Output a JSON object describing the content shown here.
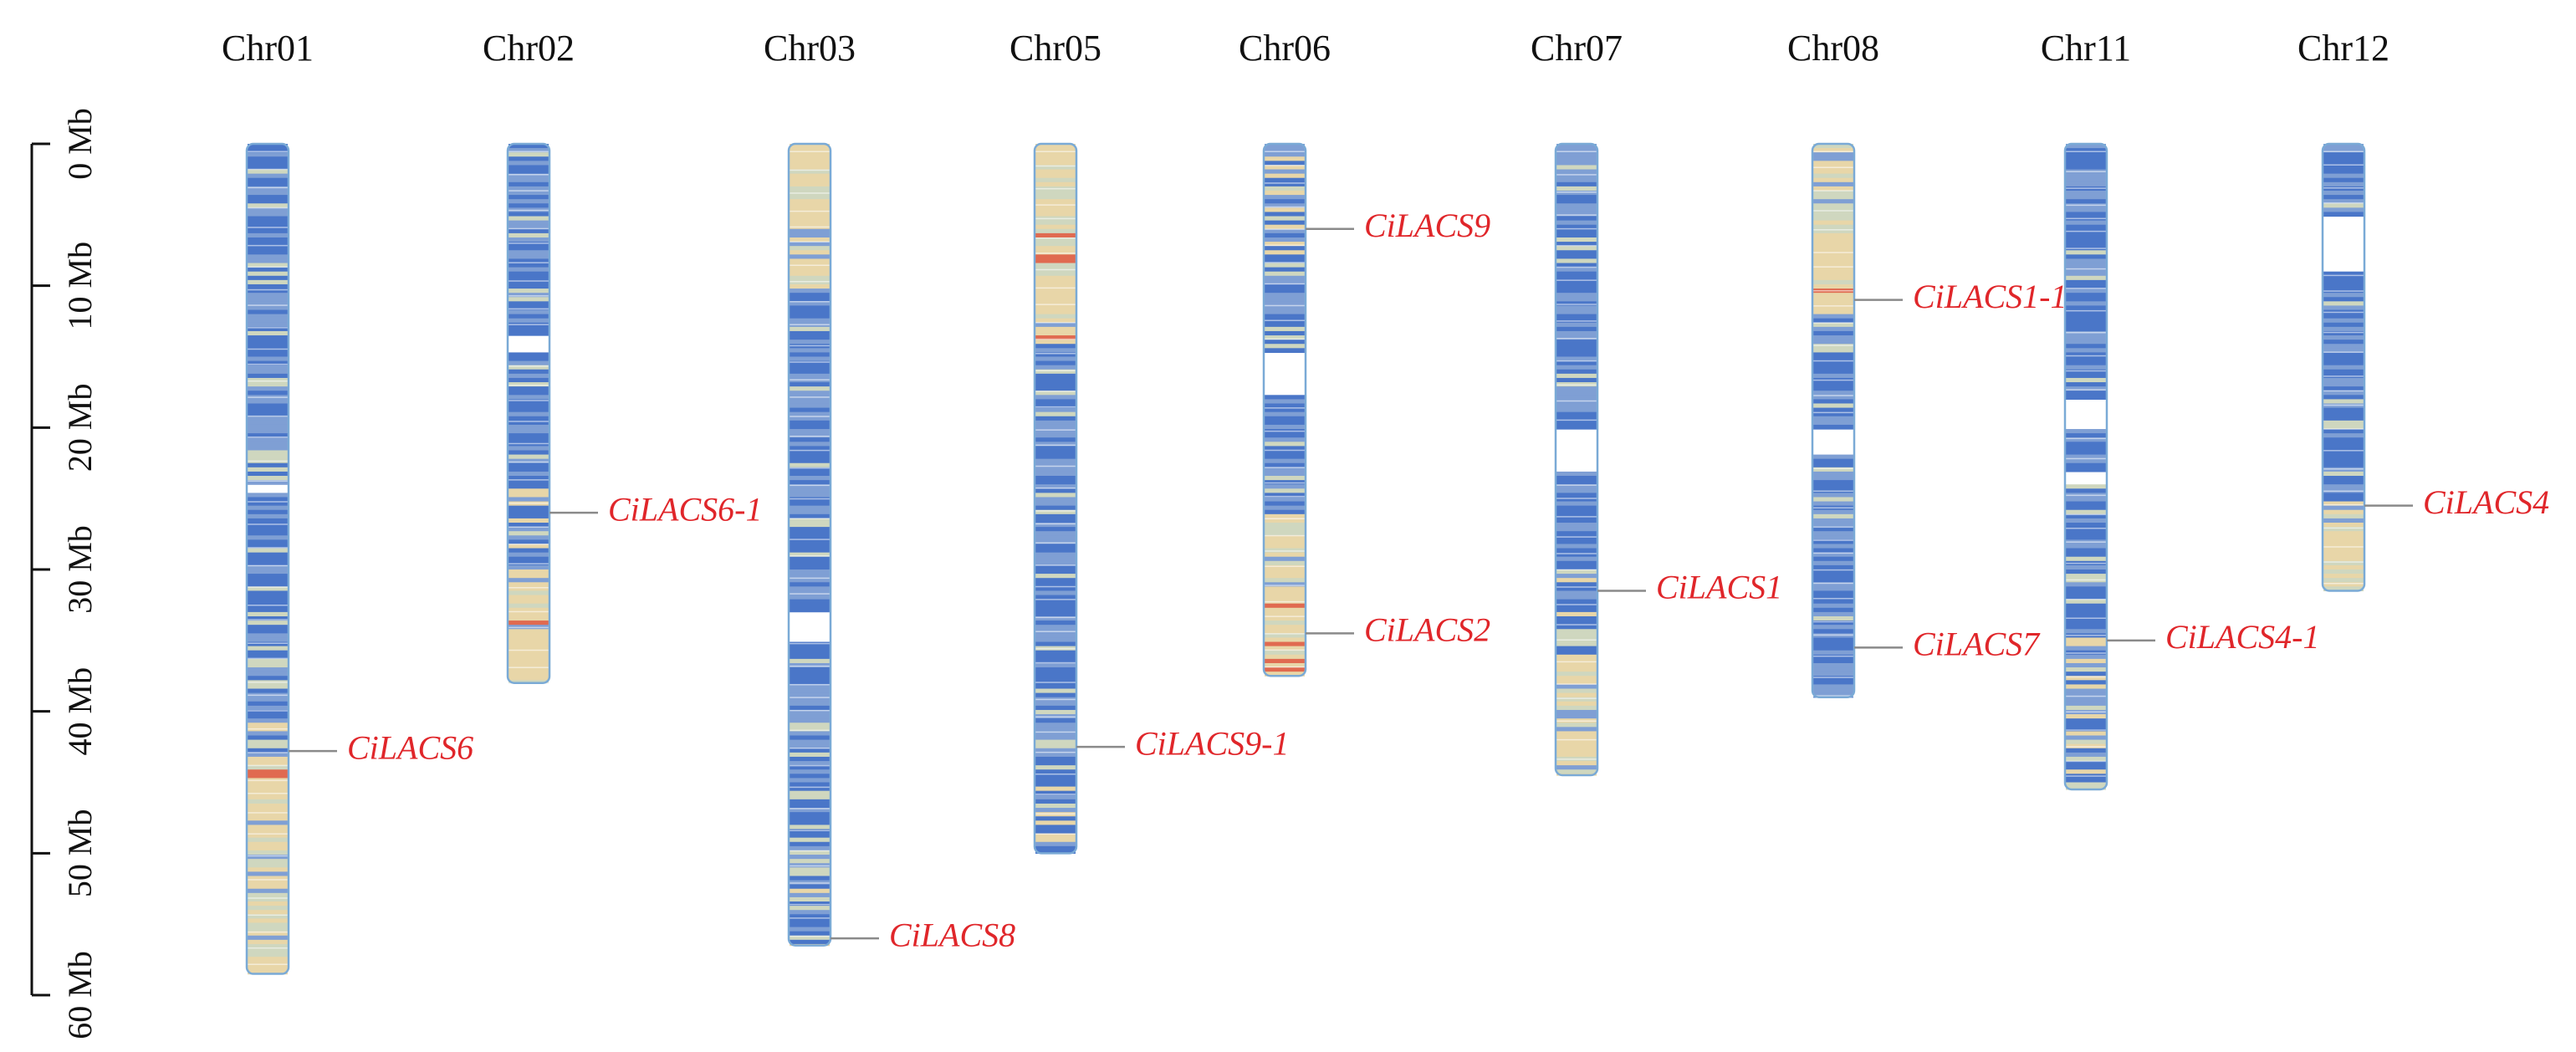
{
  "scale": {
    "unit": "Mb",
    "max": 60,
    "ticks": [
      {
        "value": 0,
        "label": "0 Mb"
      },
      {
        "value": 10,
        "label": "10 Mb"
      },
      {
        "value": 20,
        "label": "20 Mb"
      },
      {
        "value": 30,
        "label": "30 Mb"
      },
      {
        "value": 40,
        "label": "40 Mb"
      },
      {
        "value": 50,
        "label": "50 Mb"
      },
      {
        "value": 60,
        "label": "60 Mb"
      }
    ]
  },
  "chromosomes": [
    {
      "name": "Chr01",
      "length": 58.5,
      "genes": [
        {
          "name": "CiLACS6",
          "pos": 42.8
        }
      ],
      "gaps": [
        [
          23.8,
          24.5
        ]
      ],
      "segments": [
        {
          "from": 0,
          "to": 38,
          "tone": "blue"
        },
        {
          "from": 38,
          "to": 43,
          "tone": "mixed"
        },
        {
          "from": 43,
          "to": 58.5,
          "tone": "tan"
        }
      ]
    },
    {
      "name": "Chr02",
      "length": 38.0,
      "genes": [
        {
          "name": "CiLACS6-1",
          "pos": 26.0
        }
      ],
      "gaps": [
        [
          13.5,
          14.5
        ]
      ],
      "segments": [
        {
          "from": 0,
          "to": 24,
          "tone": "blue"
        },
        {
          "from": 24,
          "to": 30,
          "tone": "mixed"
        },
        {
          "from": 30,
          "to": 38,
          "tone": "tan"
        }
      ]
    },
    {
      "name": "Chr03",
      "length": 56.5,
      "genes": [
        {
          "name": "CiLACS8",
          "pos": 56.0
        }
      ],
      "gaps": [
        [
          33.0,
          35.0
        ]
      ],
      "segments": [
        {
          "from": 0,
          "to": 10,
          "tone": "tan"
        },
        {
          "from": 10,
          "to": 52,
          "tone": "blue"
        },
        {
          "from": 52,
          "to": 56.5,
          "tone": "mixed"
        }
      ]
    },
    {
      "name": "Chr05",
      "length": 50.0,
      "genes": [
        {
          "name": "CiLACS9-1",
          "pos": 42.5
        }
      ],
      "gaps": [],
      "segments": [
        {
          "from": 0,
          "to": 14,
          "tone": "tan"
        },
        {
          "from": 14,
          "to": 42,
          "tone": "blue"
        },
        {
          "from": 42,
          "to": 50,
          "tone": "mixed"
        }
      ]
    },
    {
      "name": "Chr06",
      "length": 37.5,
      "genes": [
        {
          "name": "CiLACS9",
          "pos": 6.0
        },
        {
          "name": "CiLACS2",
          "pos": 34.5
        }
      ],
      "gaps": [
        [
          14.5,
          17.5
        ]
      ],
      "segments": [
        {
          "from": 0,
          "to": 8,
          "tone": "mixed"
        },
        {
          "from": 8,
          "to": 26,
          "tone": "blue"
        },
        {
          "from": 26,
          "to": 37.5,
          "tone": "tan"
        }
      ]
    },
    {
      "name": "Chr07",
      "length": 44.5,
      "genes": [
        {
          "name": "CiLACS1",
          "pos": 31.5
        }
      ],
      "gaps": [
        [
          20.0,
          23.0
        ]
      ],
      "segments": [
        {
          "from": 0,
          "to": 30,
          "tone": "blue"
        },
        {
          "from": 30,
          "to": 36,
          "tone": "mixed"
        },
        {
          "from": 36,
          "to": 44.5,
          "tone": "tan"
        }
      ]
    },
    {
      "name": "Chr08",
      "length": 39.0,
      "genes": [
        {
          "name": "CiLACS1-1",
          "pos": 11.0
        },
        {
          "name": "CiLACS7",
          "pos": 35.5
        }
      ],
      "gaps": [
        [
          20.0,
          21.8
        ]
      ],
      "segments": [
        {
          "from": 0,
          "to": 12,
          "tone": "tan"
        },
        {
          "from": 12,
          "to": 39,
          "tone": "blue"
        }
      ]
    },
    {
      "name": "Chr11",
      "length": 45.5,
      "genes": [
        {
          "name": "CiLACS4-1",
          "pos": 35.0
        }
      ],
      "gaps": [
        [
          18.0,
          20.0
        ],
        [
          23.0,
          24.0
        ]
      ],
      "segments": [
        {
          "from": 0,
          "to": 34,
          "tone": "blue"
        },
        {
          "from": 34,
          "to": 45.5,
          "tone": "mixed"
        }
      ]
    },
    {
      "name": "Chr12",
      "length": 31.5,
      "genes": [
        {
          "name": "CiLACS4",
          "pos": 25.5
        }
      ],
      "gaps": [
        [
          5.0,
          9.0
        ]
      ],
      "segments": [
        {
          "from": 0,
          "to": 25,
          "tone": "blue"
        },
        {
          "from": 25,
          "to": 31.5,
          "tone": "tan"
        }
      ]
    }
  ],
  "colors": {
    "blue": "#4a76c8",
    "blue_light": "#7f9fd4",
    "tan": "#e8d6a8",
    "tan_light": "#cfd7bf",
    "red": "#e06a50",
    "outline": "#7aaad6",
    "gene_text": "#e0262a",
    "leader": "#8a8a8a",
    "axis": "#111111"
  }
}
